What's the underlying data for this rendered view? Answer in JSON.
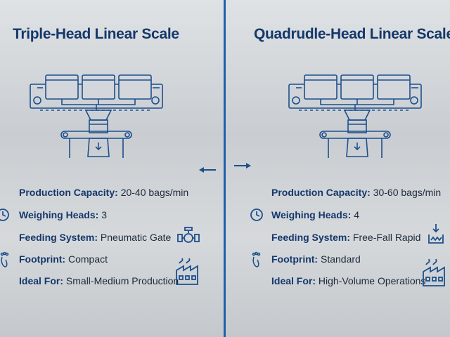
{
  "left": {
    "title": "Triple-Head Linear Scale",
    "specs": [
      {
        "label": "Production Capacity:",
        "value": "20-40 bags/min"
      },
      {
        "label": "Weighing Heads:",
        "value": "3"
      },
      {
        "label": "Feeding System:",
        "value": "Pneumatic Gate"
      },
      {
        "label": "Footprint:",
        "value": "Compact"
      },
      {
        "label": "Ideal For:",
        "value": "Small-Medium Production"
      }
    ]
  },
  "right": {
    "title": "Quadrudle-Head Linear Scale",
    "specs": [
      {
        "label": "Production Capacity:",
        "value": "30-60 bags/min"
      },
      {
        "label": "Weighing Heads:",
        "value": "4"
      },
      {
        "label": "Feeding System:",
        "value": "Free-Fall Rapid"
      },
      {
        "label": "Footprint:",
        "value": "Standard"
      },
      {
        "label": "Ideal For:",
        "value": "High-Volume Operations"
      }
    ]
  },
  "colors": {
    "accent": "#1f5fa8",
    "title": "#14386a",
    "line": "#1d4f8c"
  }
}
